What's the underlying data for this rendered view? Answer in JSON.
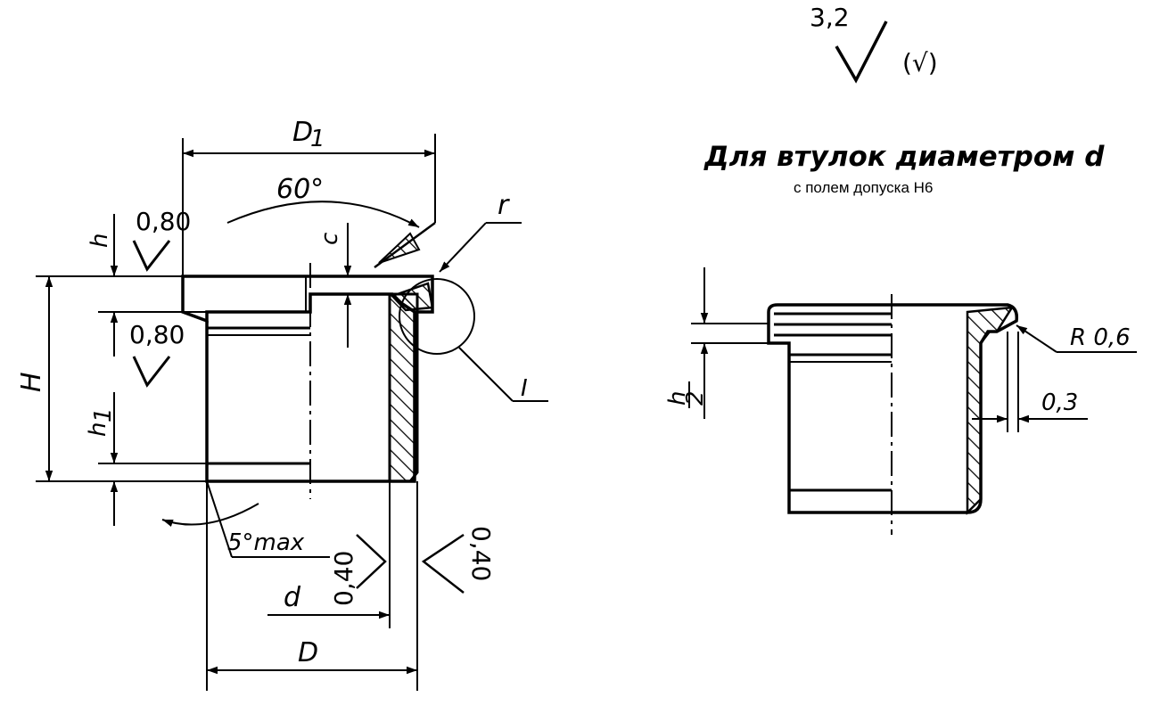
{
  "roughness_general": {
    "value": "3,2",
    "parenthetical": "(√)"
  },
  "caption": {
    "title": "Для втулок диаметром d",
    "subtitle": "с полем допуска Н6"
  },
  "left_view": {
    "dims": {
      "D1": "D",
      "D1_sub": "1",
      "angle": "60°",
      "r": "r",
      "c": "c",
      "h": "h",
      "h1": "h",
      "h1_sub": "1",
      "H": "H",
      "d": "d",
      "D": "D",
      "I": "I",
      "taper": "5°max"
    },
    "roughness": {
      "top": "0,80",
      "inner": "0,80",
      "bore": "0,40",
      "outer": "0,40"
    }
  },
  "right_view": {
    "dims": {
      "h_num": "h",
      "h_den": "2",
      "radius": "R 0,6",
      "offset": "0,3"
    }
  }
}
